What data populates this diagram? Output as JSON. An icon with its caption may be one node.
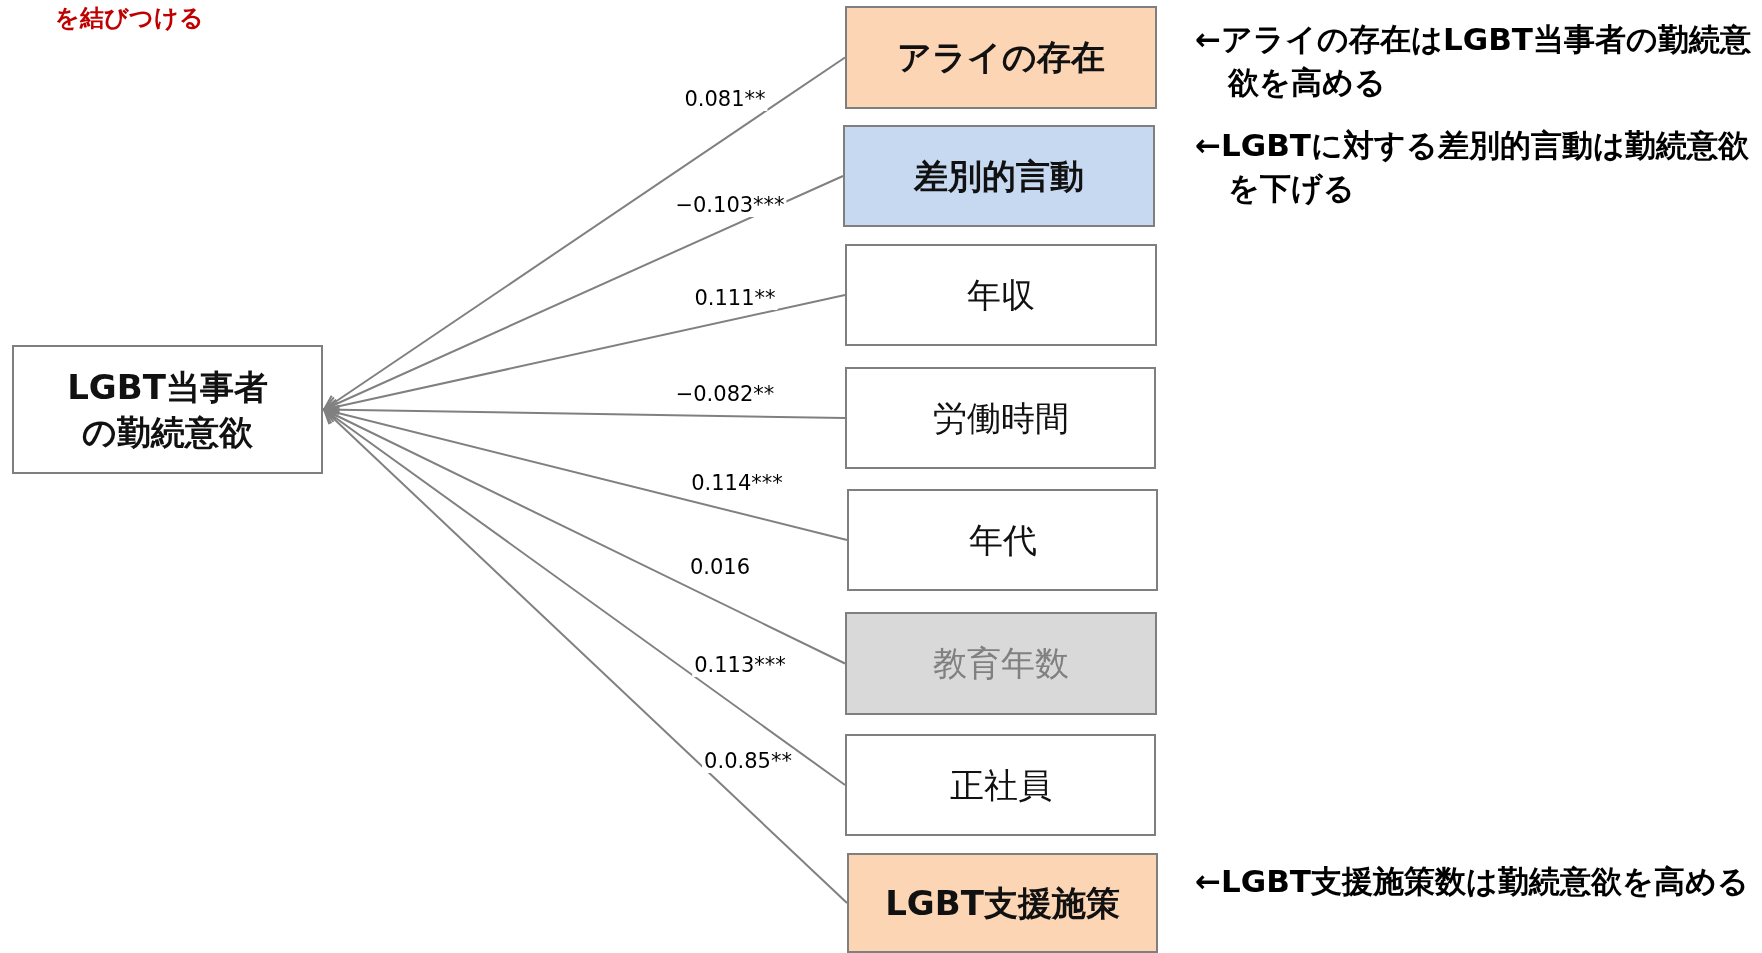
{
  "diagram": {
    "nodes": [
      {
        "text": [
          "LGBT当事者の勤続意欲"
        ]
      },
      {
        "text": [
          "アライの存在"
        ],
        "beside": [
          "←アライの存在はLGBT当事者の勤続意欲を高める"
        ]
      },
      {
        "text": [
          "差別的言動"
        ],
        "beside": [
          "←LGBTに対する差別的言動は勤続意欲を下げる"
        ]
      },
      {
        "text": [
          "年収"
        ]
      },
      {
        "text": [
          "労働時間"
        ]
      },
      {
        "text": [
          "年代"
        ]
      },
      {
        "text": [
          "教育年数"
        ]
      },
      {
        "text": [
          "正社員"
        ]
      },
      {
        "text": [
          "LGBT支援施策"
        ],
        "beside": [
          "←LGBT支援施策数は勤続意欲を高める"
        ]
      }
    ],
    "edges": [
      {
        "from": 1,
        "to": 0,
        "arrow": "to",
        "label": "0.081**"
      },
      {
        "from": 2,
        "to": 0,
        "arrow": "to",
        "label": "−0.103***"
      },
      {
        "from": 3,
        "to": 0,
        "arrow": "to",
        "label": "0.111**"
      },
      {
        "from": 4,
        "to": 0,
        "arrow": "to",
        "label": "−0.082**"
      },
      {
        "from": 5,
        "to": 0,
        "arrow": "to",
        "label": "0.114***"
      },
      {
        "from": 6,
        "to": 0,
        "arrow": "to",
        "label": "0.016"
      },
      {
        "from": 7,
        "to": 0,
        "arrow": "to",
        "label": "0.113***"
      },
      {
        "from": 8,
        "to": 0,
        "arrow": "to",
        "label": "0.0.85**"
      }
    ],
    "labels": [
      "を結びつける"
    ]
  }
}
